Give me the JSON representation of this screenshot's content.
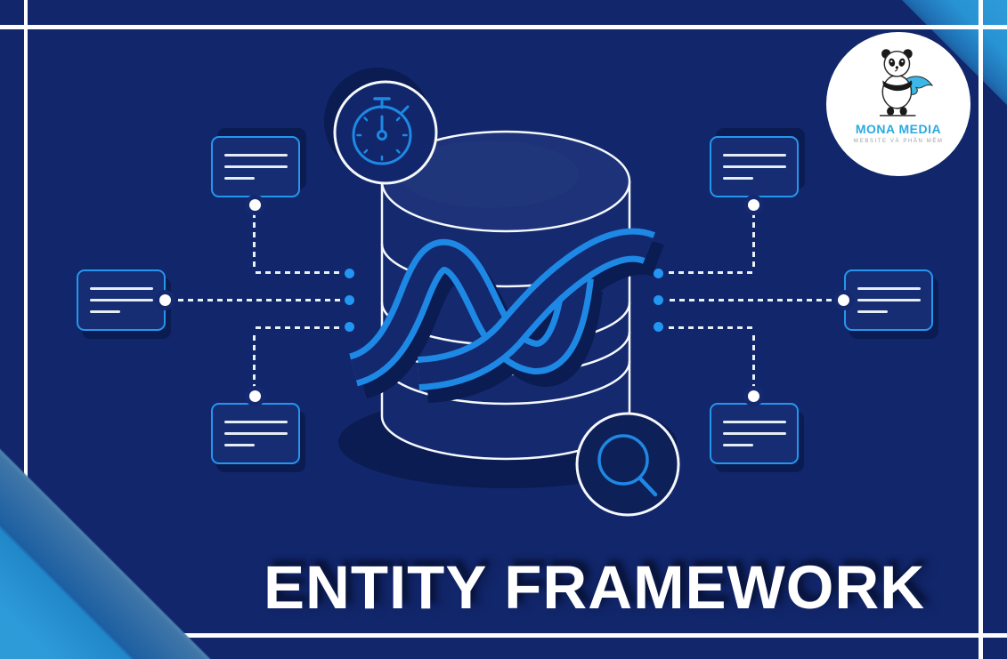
{
  "banner": {
    "title": "ENTITY FRAMEWORK",
    "logo": {
      "name": "MONA MEDIA",
      "tagline": "WEBSITE VÀ PHẦN MỀM"
    }
  },
  "colors": {
    "background_navy": "#12266B",
    "accent_blue": "#1E88E5",
    "hub_dot_blue": "#2196F3",
    "card_border_blue": "#2596EC",
    "card_fill": "#162D74",
    "shadow_navy": "#0A1C52",
    "corner_stripe_light": "#2E9BD9",
    "corner_stripe_steel": "#3F76A8",
    "frame_white": "#FBFDFE",
    "logo_text_blue": "#29A9E1"
  },
  "icons": [
    "stopwatch-icon",
    "database-icon",
    "dotnet-swoosh-logo",
    "search-icon",
    "panda-mascot-logo",
    "entity-card-icon"
  ],
  "diagram": {
    "entity_card_count": 6,
    "hub_dot_count": 6,
    "connector_style": "dashed"
  }
}
